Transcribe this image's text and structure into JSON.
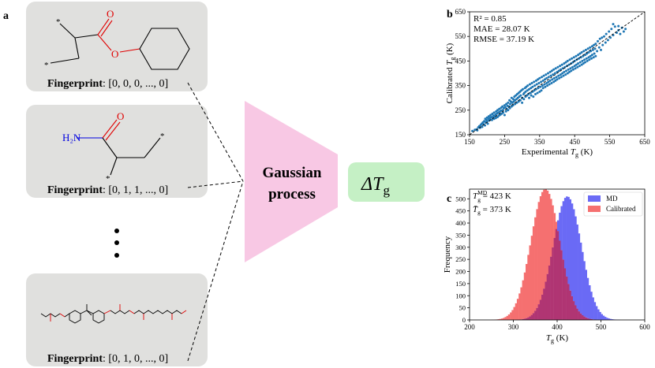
{
  "figure": {
    "panel_a": {
      "label": "a",
      "molecules": [
        {
          "name": "cyclohexyl-acrylate-repeat-unit",
          "fingerprint_label": "Fingerprint",
          "fingerprint_value": ": [0, 0, 0, ..., 0]"
        },
        {
          "name": "acrylamide-repeat-unit",
          "fingerprint_label": "Fingerprint",
          "fingerprint_value": ": [0, 1, 1, ..., 0]",
          "amine_label": "H₂N",
          "oxygen_label": "O"
        },
        {
          "name": "long-chain-epoxy-ester",
          "fingerprint_label": "Fingerprint",
          "fingerprint_value": ": [0, 1, 0, ..., 0]"
        }
      ],
      "ellipsis": "⋮",
      "model_label_line1": "Gaussian",
      "model_label_line2": "process",
      "output_symbol": "ΔT",
      "output_subscript": "g"
    },
    "panel_b": {
      "label": "b",
      "stats": [
        "R² = 0.85",
        "MAE = 28.07 K",
        "RMSE = 37.19 K"
      ]
    },
    "panel_c": {
      "label": "c",
      "annotations": [
        "T_g^MD = 423 K",
        "T̄_g = 373 K"
      ]
    },
    "colors": {
      "box_fill": "#e0e0de",
      "triangle_fill": "#f8c8e4",
      "output_fill": "#c5f0c5",
      "scatter_point": "#1f77b4",
      "md_hist": "#6a6af5",
      "cal_hist": "#f57070",
      "overlap_hist": "#b03573",
      "oxygen": "#e00000",
      "nitrogen": "#0000e0"
    }
  },
  "chart_data": [
    {
      "type": "scatter",
      "title": "",
      "xlabel": "Experimental T_g (K)",
      "ylabel": "Calibrated T_g (K)",
      "xlim": [
        150,
        650
      ],
      "ylim": [
        150,
        650
      ],
      "xticks": [
        150,
        250,
        350,
        450,
        550,
        650
      ],
      "yticks": [
        150,
        250,
        350,
        450,
        550,
        650
      ],
      "reference_line": "y = x (dashed)",
      "grid": false,
      "series": [
        {
          "points": [
            [
              158,
              165
            ],
            [
              165,
              170
            ],
            [
              170,
              172
            ],
            [
              172,
              168
            ],
            [
              175,
              180
            ],
            [
              178,
              185
            ],
            [
              180,
              178
            ],
            [
              182,
              190
            ],
            [
              185,
              195
            ],
            [
              186,
              182
            ],
            [
              188,
              200
            ],
            [
              190,
              192
            ],
            [
              192,
              205
            ],
            [
              194,
              188
            ],
            [
              195,
              215
            ],
            [
              196,
              200
            ],
            [
              198,
              210
            ],
            [
              200,
              205
            ],
            [
              200,
              220
            ],
            [
              202,
              195
            ],
            [
              204,
              215
            ],
            [
              205,
              225
            ],
            [
              206,
              208
            ],
            [
              208,
              218
            ],
            [
              210,
              212
            ],
            [
              210,
              230
            ],
            [
              212,
              222
            ],
            [
              214,
              210
            ],
            [
              215,
              235
            ],
            [
              216,
              220
            ],
            [
              218,
              228
            ],
            [
              220,
              215
            ],
            [
              220,
              240
            ],
            [
              222,
              225
            ],
            [
              224,
              232
            ],
            [
              225,
              218
            ],
            [
              226,
              245
            ],
            [
              228,
              236
            ],
            [
              230,
              222
            ],
            [
              230,
              250
            ],
            [
              232,
              240
            ],
            [
              234,
              228
            ],
            [
              235,
              255
            ],
            [
              236,
              244
            ],
            [
              238,
              232
            ],
            [
              240,
              260
            ],
            [
              240,
              248
            ],
            [
              242,
              236
            ],
            [
              244,
              265
            ],
            [
              245,
              250
            ],
            [
              246,
              240
            ],
            [
              248,
              258
            ],
            [
              250,
              230
            ],
            [
              250,
              270
            ],
            [
              252,
              262
            ],
            [
              254,
              245
            ],
            [
              255,
              275
            ],
            [
              256,
              255
            ],
            [
              258,
              268
            ],
            [
              260,
              250
            ],
            [
              260,
              280
            ],
            [
              262,
              265
            ],
            [
              264,
              290
            ],
            [
              265,
              258
            ],
            [
              266,
              275
            ],
            [
              268,
              285
            ],
            [
              270,
              265
            ],
            [
              270,
              300
            ],
            [
              272,
              280
            ],
            [
              274,
              270
            ],
            [
              275,
              295
            ],
            [
              276,
              285
            ],
            [
              278,
              305
            ],
            [
              280,
              290
            ],
            [
              280,
              275
            ],
            [
              282,
              310
            ],
            [
              284,
              295
            ],
            [
              285,
              280
            ],
            [
              286,
              315
            ],
            [
              288,
              300
            ],
            [
              290,
              285
            ],
            [
              290,
              320
            ],
            [
              292,
              305
            ],
            [
              294,
              325
            ],
            [
              295,
              290
            ],
            [
              296,
              310
            ],
            [
              298,
              330
            ],
            [
              300,
              300
            ],
            [
              300,
              280
            ],
            [
              302,
              335
            ],
            [
              304,
              315
            ],
            [
              305,
              295
            ],
            [
              306,
              320
            ],
            [
              308,
              340
            ],
            [
              310,
              305
            ],
            [
              310,
              325
            ],
            [
              312,
              345
            ],
            [
              314,
              310
            ],
            [
              315,
              330
            ],
            [
              316,
              350
            ],
            [
              318,
              315
            ],
            [
              320,
              335
            ],
            [
              320,
              300
            ],
            [
              322,
              355
            ],
            [
              324,
              320
            ],
            [
              325,
              340
            ],
            [
              326,
              310
            ],
            [
              328,
              360
            ],
            [
              330,
              325
            ],
            [
              330,
              345
            ],
            [
              332,
              305
            ],
            [
              334,
              365
            ],
            [
              335,
              330
            ],
            [
              336,
              350
            ],
            [
              338,
              315
            ],
            [
              340,
              370
            ],
            [
              340,
              335
            ],
            [
              342,
              355
            ],
            [
              344,
              320
            ],
            [
              345,
              375
            ],
            [
              346,
              340
            ],
            [
              348,
              360
            ],
            [
              350,
              325
            ],
            [
              350,
              380
            ],
            [
              352,
              345
            ],
            [
              354,
              365
            ],
            [
              355,
              330
            ],
            [
              356,
              385
            ],
            [
              358,
              350
            ],
            [
              360,
              370
            ],
            [
              360,
              340
            ],
            [
              362,
              390
            ],
            [
              364,
              355
            ],
            [
              365,
              375
            ],
            [
              366,
              345
            ],
            [
              368,
              395
            ],
            [
              370,
              360
            ],
            [
              370,
              380
            ],
            [
              372,
              350
            ],
            [
              374,
              400
            ],
            [
              375,
              365
            ],
            [
              376,
              385
            ],
            [
              378,
              355
            ],
            [
              380,
              405
            ],
            [
              380,
              370
            ],
            [
              382,
              390
            ],
            [
              384,
              360
            ],
            [
              385,
              410
            ],
            [
              386,
              375
            ],
            [
              388,
              395
            ],
            [
              390,
              365
            ],
            [
              390,
              415
            ],
            [
              392,
              380
            ],
            [
              394,
              400
            ],
            [
              395,
              370
            ],
            [
              396,
              420
            ],
            [
              398,
              385
            ],
            [
              400,
              405
            ],
            [
              400,
              375
            ],
            [
              402,
              425
            ],
            [
              404,
              390
            ],
            [
              405,
              410
            ],
            [
              406,
              380
            ],
            [
              408,
              430
            ],
            [
              410,
              395
            ],
            [
              410,
              415
            ],
            [
              412,
              385
            ],
            [
              414,
              435
            ],
            [
              415,
              400
            ],
            [
              416,
              420
            ],
            [
              418,
              390
            ],
            [
              420,
              440
            ],
            [
              420,
              405
            ],
            [
              422,
              425
            ],
            [
              424,
              395
            ],
            [
              425,
              445
            ],
            [
              426,
              410
            ],
            [
              428,
              430
            ],
            [
              430,
              400
            ],
            [
              430,
              450
            ],
            [
              432,
              415
            ],
            [
              434,
              435
            ],
            [
              435,
              405
            ],
            [
              436,
              455
            ],
            [
              438,
              420
            ],
            [
              440,
              440
            ],
            [
              440,
              410
            ],
            [
              442,
              460
            ],
            [
              444,
              425
            ],
            [
              445,
              445
            ],
            [
              446,
              415
            ],
            [
              448,
              465
            ],
            [
              450,
              430
            ],
            [
              450,
              450
            ],
            [
              452,
              420
            ],
            [
              454,
              470
            ],
            [
              455,
              435
            ],
            [
              456,
              455
            ],
            [
              458,
              425
            ],
            [
              460,
              475
            ],
            [
              460,
              440
            ],
            [
              462,
              460
            ],
            [
              464,
              430
            ],
            [
              465,
              480
            ],
            [
              466,
              445
            ],
            [
              468,
              465
            ],
            [
              470,
              435
            ],
            [
              470,
              485
            ],
            [
              472,
              450
            ],
            [
              474,
              470
            ],
            [
              475,
              440
            ],
            [
              476,
              490
            ],
            [
              478,
              455
            ],
            [
              480,
              475
            ],
            [
              480,
              445
            ],
            [
              482,
              495
            ],
            [
              484,
              460
            ],
            [
              485,
              480
            ],
            [
              486,
              450
            ],
            [
              488,
              500
            ],
            [
              490,
              465
            ],
            [
              490,
              485
            ],
            [
              492,
              455
            ],
            [
              494,
              505
            ],
            [
              495,
              470
            ],
            [
              496,
              490
            ],
            [
              498,
              460
            ],
            [
              500,
              510
            ],
            [
              500,
              475
            ],
            [
              502,
              495
            ],
            [
              504,
              465
            ],
            [
              505,
              515
            ],
            [
              506,
              480
            ],
            [
              508,
              500
            ],
            [
              510,
              470
            ],
            [
              510,
              520
            ],
            [
              514,
              490
            ],
            [
              516,
              530
            ],
            [
              520,
              505
            ],
            [
              522,
              540
            ],
            [
              525,
              495
            ],
            [
              528,
              545
            ],
            [
              530,
              515
            ],
            [
              534,
              550
            ],
            [
              538,
              525
            ],
            [
              540,
              560
            ],
            [
              545,
              535
            ],
            [
              548,
              570
            ],
            [
              552,
              545
            ],
            [
              555,
              580
            ],
            [
              560,
              555
            ],
            [
              565,
              590
            ],
            [
              570,
              565
            ],
            [
              575,
              575
            ],
            [
              580,
              560
            ],
            [
              585,
              585
            ],
            [
              590,
              570
            ],
            [
              595,
              580
            ],
            [
              560,
              600
            ],
            [
              575,
              592
            ]
          ]
        }
      ]
    },
    {
      "type": "bar",
      "title": "",
      "xlabel": "T_g (K)",
      "ylabel": "Frequency",
      "xlim": [
        200,
        600
      ],
      "ylim": [
        0,
        540
      ],
      "xticks": [
        200,
        300,
        400,
        500,
        600
      ],
      "yticks": [
        0,
        50,
        100,
        150,
        200,
        250,
        300,
        350,
        400,
        450,
        500
      ],
      "legend_position": "top-right",
      "series": [
        {
          "name": "MD",
          "distribution": "normal",
          "mean": 423,
          "std": 32,
          "peak": 510
        },
        {
          "name": "Calibrated",
          "distribution": "normal",
          "mean": 373,
          "std": 33,
          "peak": 540
        }
      ]
    }
  ]
}
